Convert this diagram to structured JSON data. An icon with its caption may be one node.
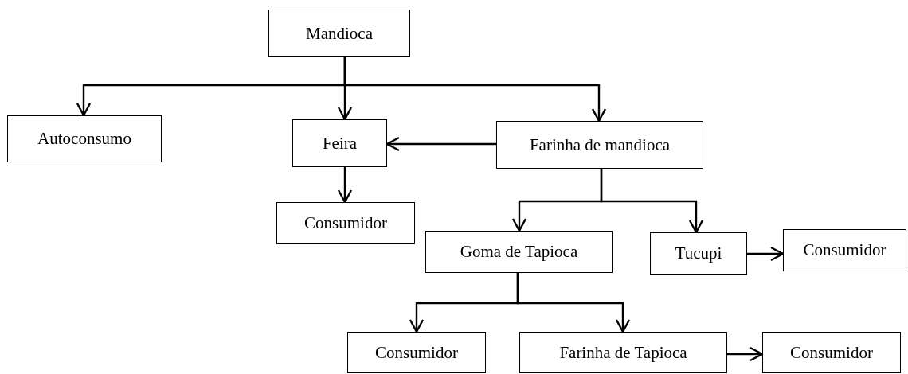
{
  "diagram": {
    "nodes": [
      {
        "text": [
          "Mandioca"
        ]
      },
      {
        "text": [
          "Autoconsumo"
        ]
      },
      {
        "text": [
          "Feira"
        ]
      },
      {
        "text": [
          "Farinha de mandioca"
        ]
      },
      {
        "text": [
          "Consumidor"
        ]
      },
      {
        "text": [
          "Goma de Tapioca"
        ]
      },
      {
        "text": [
          "Tucupi"
        ]
      },
      {
        "text": [
          "Consumidor"
        ]
      },
      {
        "text": [
          "Consumidor"
        ]
      },
      {
        "text": [
          "Farinha de Tapioca"
        ]
      },
      {
        "text": [
          "Consumidor"
        ]
      }
    ],
    "edges": [
      {
        "from": 0,
        "to": 1,
        "arrow": "to"
      },
      {
        "from": 0,
        "to": 2,
        "arrow": "to"
      },
      {
        "from": 0,
        "to": 3,
        "arrow": "to"
      },
      {
        "from": 3,
        "to": 2,
        "arrow": "to"
      },
      {
        "from": 2,
        "to": 4,
        "arrow": "to"
      },
      {
        "from": 3,
        "to": 5,
        "arrow": "to"
      },
      {
        "from": 3,
        "to": 6,
        "arrow": "to"
      },
      {
        "from": 6,
        "to": 7,
        "arrow": "to"
      },
      {
        "from": 5,
        "to": 8,
        "arrow": "to"
      },
      {
        "from": 5,
        "to": 9,
        "arrow": "to"
      },
      {
        "from": 9,
        "to": 10,
        "arrow": "to"
      }
    ]
  }
}
